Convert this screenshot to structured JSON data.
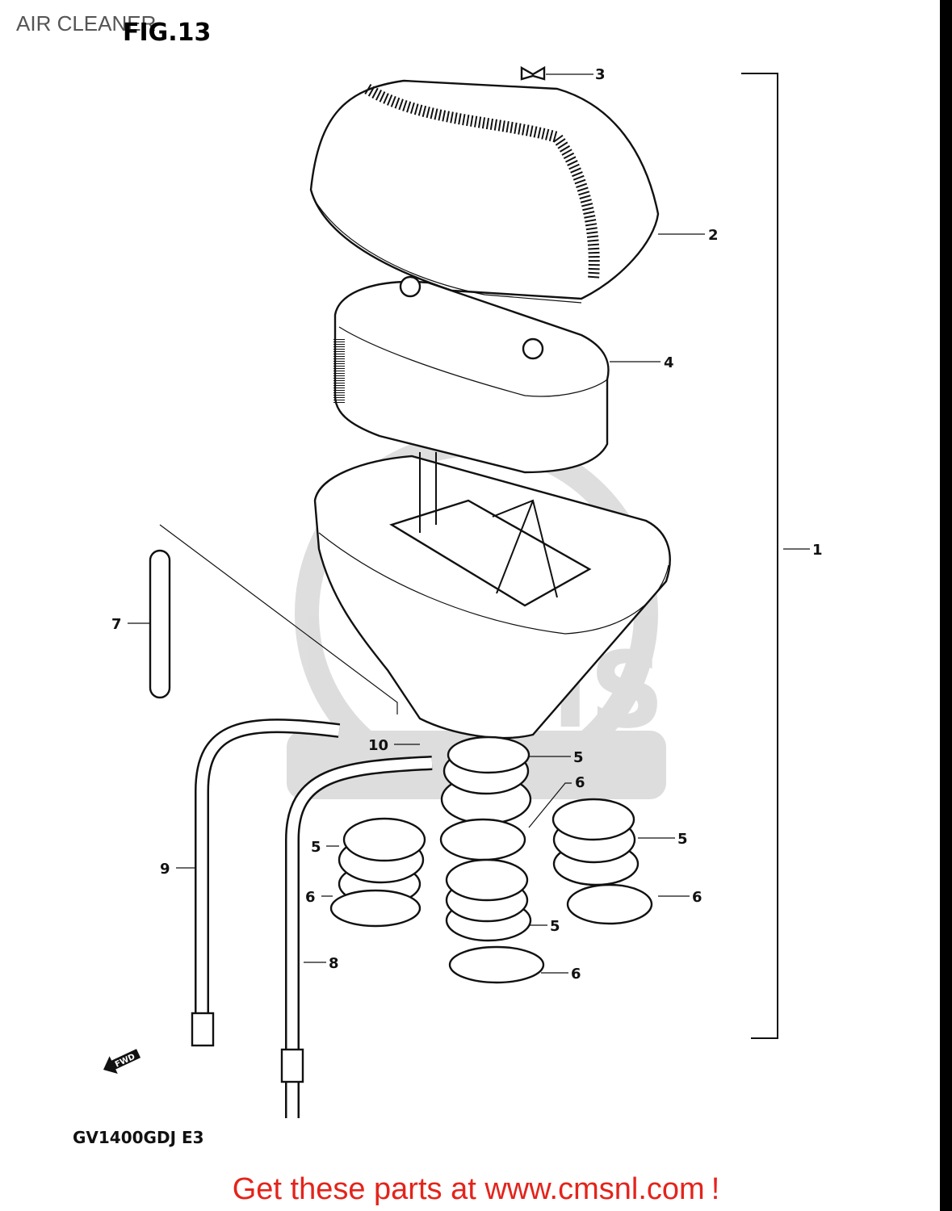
{
  "page_title": "AIR CLEANER",
  "figure": {
    "fig_label": "FIG.13",
    "model_code": "GV1400GDJ E3",
    "fwd_label": "FWD",
    "watermark": "CMS",
    "callouts": [
      "3",
      "2",
      "4",
      "1",
      "7",
      "10",
      "5",
      "6",
      "5",
      "5",
      "9",
      "6",
      "6",
      "5",
      "8",
      "6"
    ]
  },
  "footer": {
    "text": "Get these parts at www.cmsnl.com",
    "suffix": "!",
    "color": "#e3241b"
  }
}
